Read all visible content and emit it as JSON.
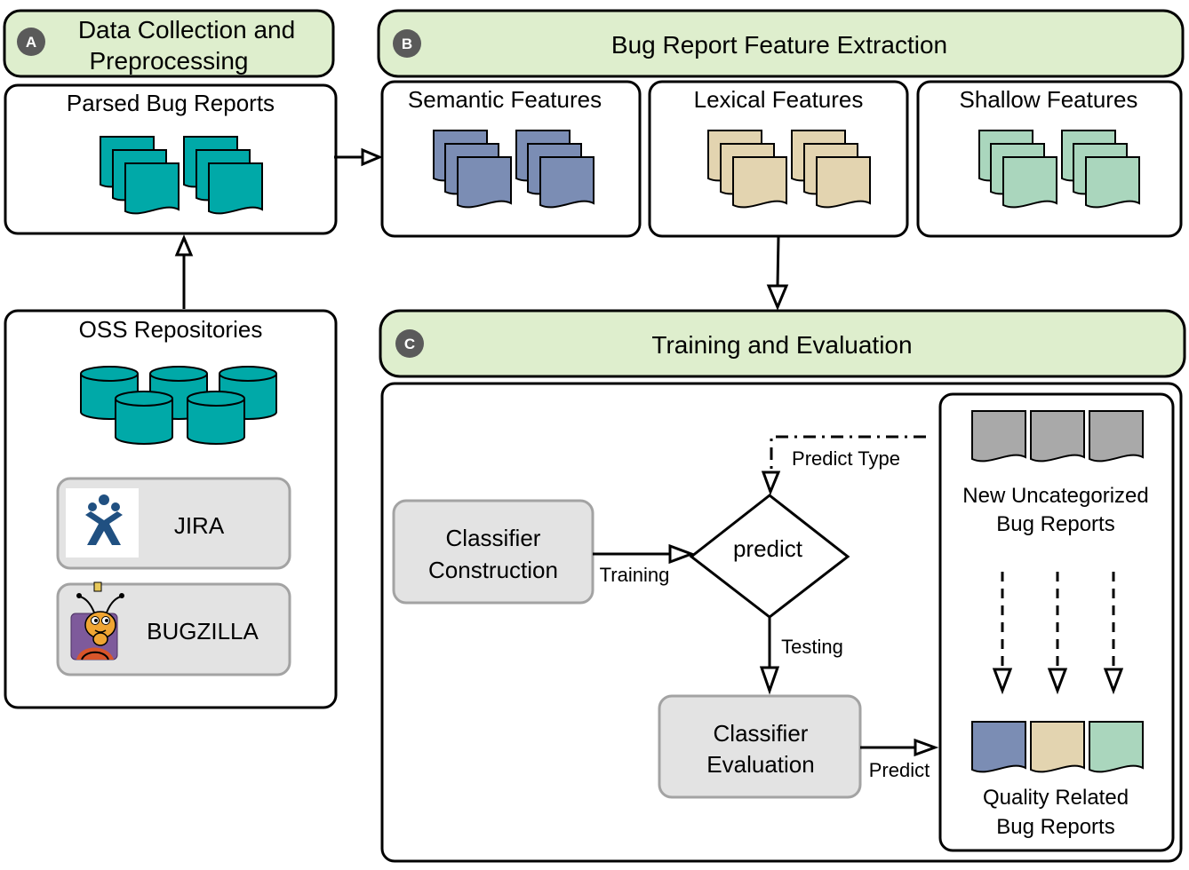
{
  "colors": {
    "section_header_fill": "#deeecd",
    "parsed_doc": "#00a9a8",
    "semantic_doc": "#7b8db4",
    "lexical_doc": "#e3d4b0",
    "shallow_doc": "#aad6bd",
    "uncategorized_doc": "#a9a9a9",
    "database": "#00a9a8",
    "gray_box": "#e3e3e3"
  },
  "sections": {
    "a": {
      "badge": "A",
      "title_line1": "Data Collection and",
      "title_line2": "Preprocessing",
      "parsed_title": "Parsed Bug Reports",
      "repos_title": "OSS Repositories",
      "jira_label": "JIRA",
      "bugzilla_label": "BUGZILLA"
    },
    "b": {
      "badge": "B",
      "title": "Bug Report Feature Extraction",
      "semantic": "Semantic Features",
      "lexical": "Lexical Features",
      "shallow": "Shallow Features"
    },
    "c": {
      "badge": "C",
      "title": "Training and Evaluation",
      "construction_line1": "Classifier",
      "construction_line2": "Construction",
      "predict": "predict",
      "evaluation_line1": "Classifier",
      "evaluation_line2": "Evaluation",
      "edge_training": "Training",
      "edge_testing": "Testing",
      "edge_predict_type": "Predict Type",
      "edge_predict": "Predict",
      "new_line1": "New Uncategorized",
      "new_line2": "Bug Reports",
      "quality_line1": "Quality Related",
      "quality_line2": "Bug Reports"
    }
  },
  "icons": {
    "jira": "jira-logo-icon",
    "bugzilla": "bugzilla-ant-icon",
    "document": "document-stack-icon",
    "database": "database-cylinder-icon"
  }
}
